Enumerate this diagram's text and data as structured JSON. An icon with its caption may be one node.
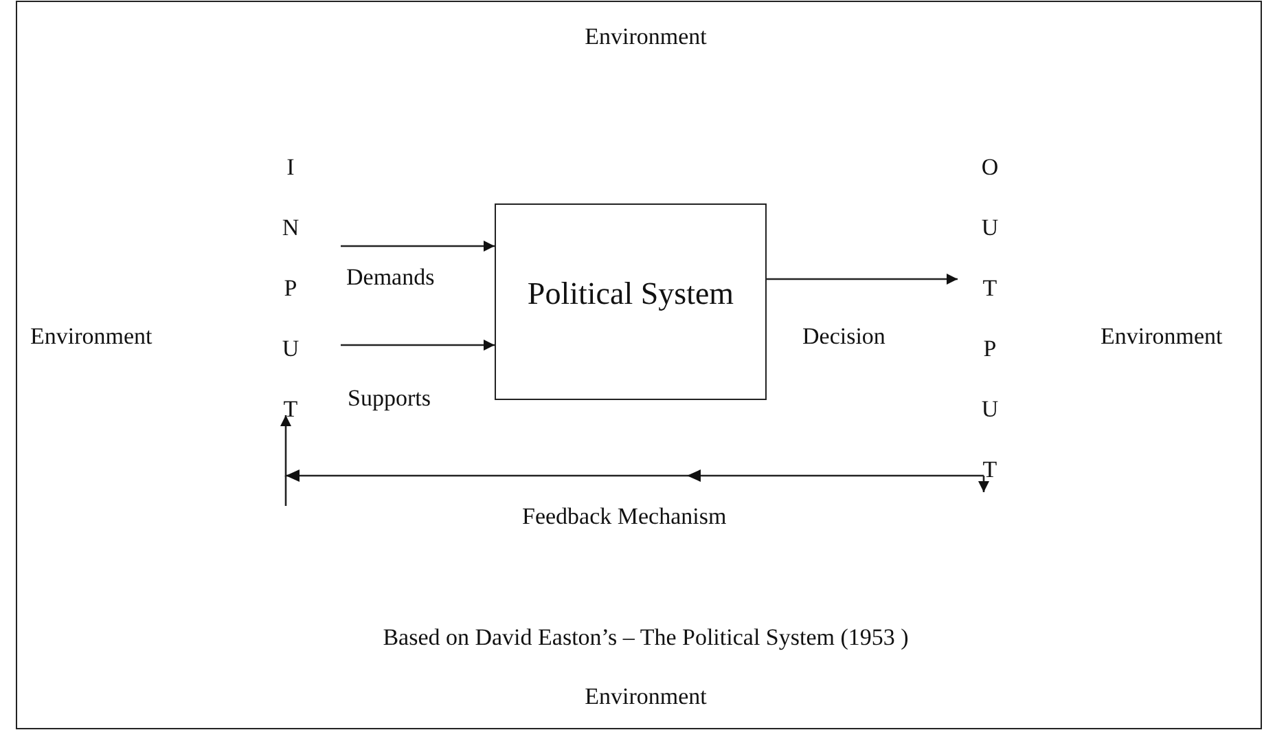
{
  "diagram": {
    "caption": "Based on David Easton’s – The Political System (1953 )",
    "nodes": [
      {
        "text": [
          "Political System"
        ]
      },
      {
        "text": [
          "INPUT"
        ]
      },
      {
        "text": [
          "OUTPUT"
        ]
      }
    ],
    "edges": [
      {
        "from": 1,
        "to": 0,
        "arrow": "to",
        "label": "Demands"
      },
      {
        "from": 1,
        "to": 0,
        "arrow": "to",
        "label": "Supports"
      },
      {
        "from": 0,
        "to": 2,
        "arrow": "to",
        "label": "Decision"
      },
      {
        "from": 2,
        "to": 1,
        "arrow": "to",
        "label": "Feedback Mechanism"
      }
    ],
    "labels": [
      "Environment",
      "Environment",
      "Environment",
      "Environment"
    ]
  }
}
